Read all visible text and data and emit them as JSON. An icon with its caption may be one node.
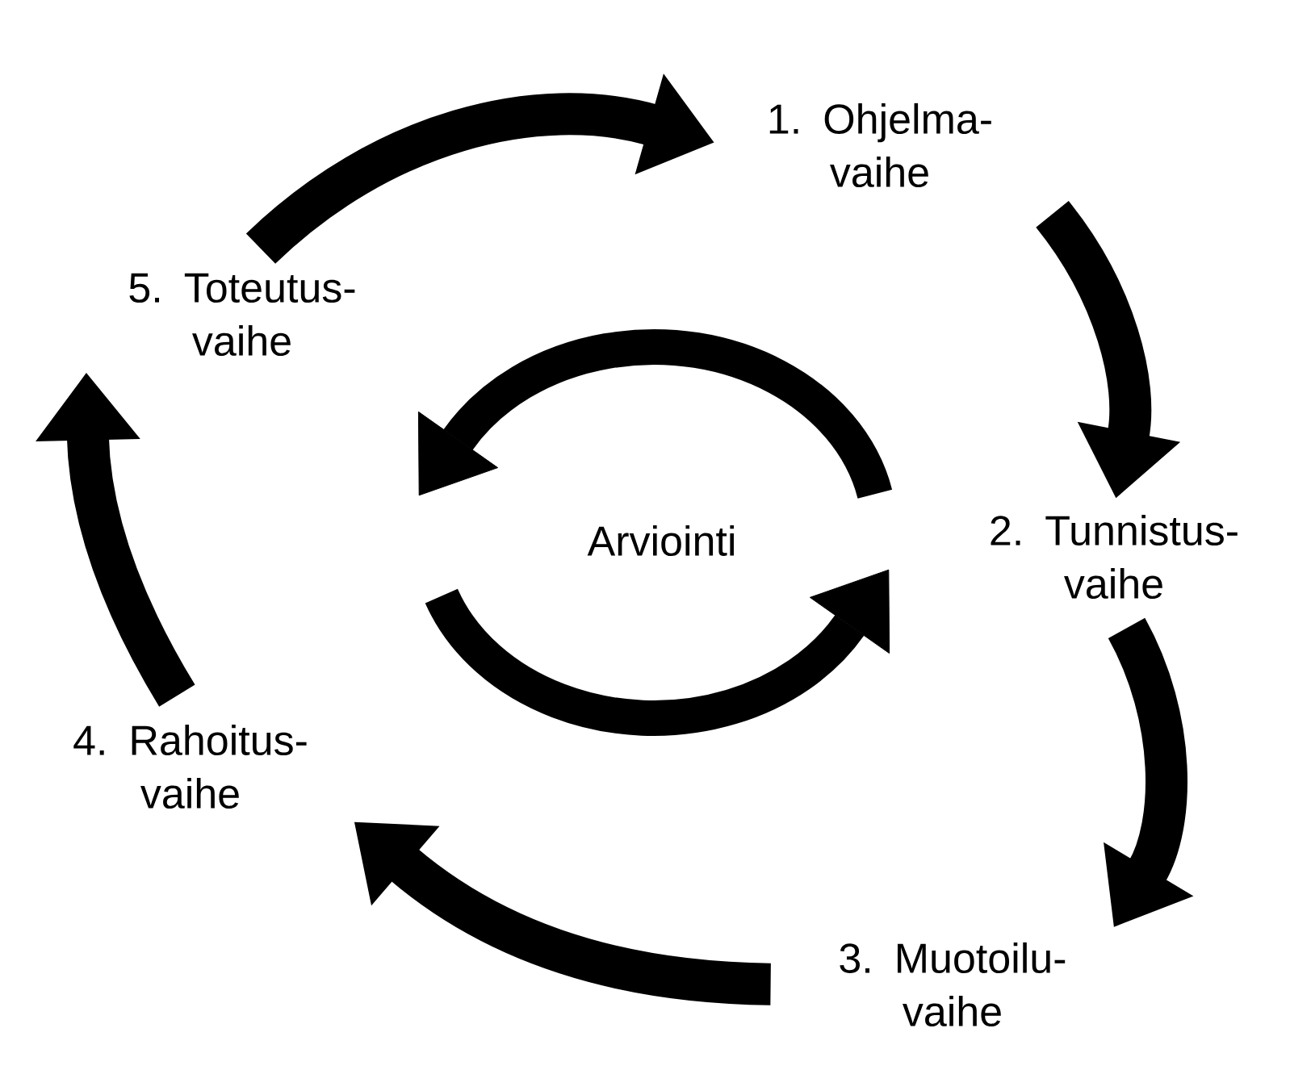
{
  "diagram": {
    "nodes": [
      {
        "text": [
          "1. Ohjelma- vaihe"
        ]
      },
      {
        "text": [
          "2. Tunnistus- vaihe"
        ]
      },
      {
        "text": [
          "3. Muotoilu- vaihe"
        ]
      },
      {
        "text": [
          "4. Rahoitus- vaihe"
        ]
      },
      {
        "text": [
          "5. Toteutus- vaihe"
        ]
      },
      {
        "text": [
          "Arviointi"
        ]
      }
    ],
    "edges": [
      {
        "from": 0,
        "to": 1,
        "arrow": "to"
      },
      {
        "from": 1,
        "to": 2,
        "arrow": "to"
      },
      {
        "from": 2,
        "to": 3,
        "arrow": "to"
      },
      {
        "from": 3,
        "to": 4,
        "arrow": "to"
      },
      {
        "from": 4,
        "to": 0,
        "arrow": "to"
      }
    ]
  }
}
